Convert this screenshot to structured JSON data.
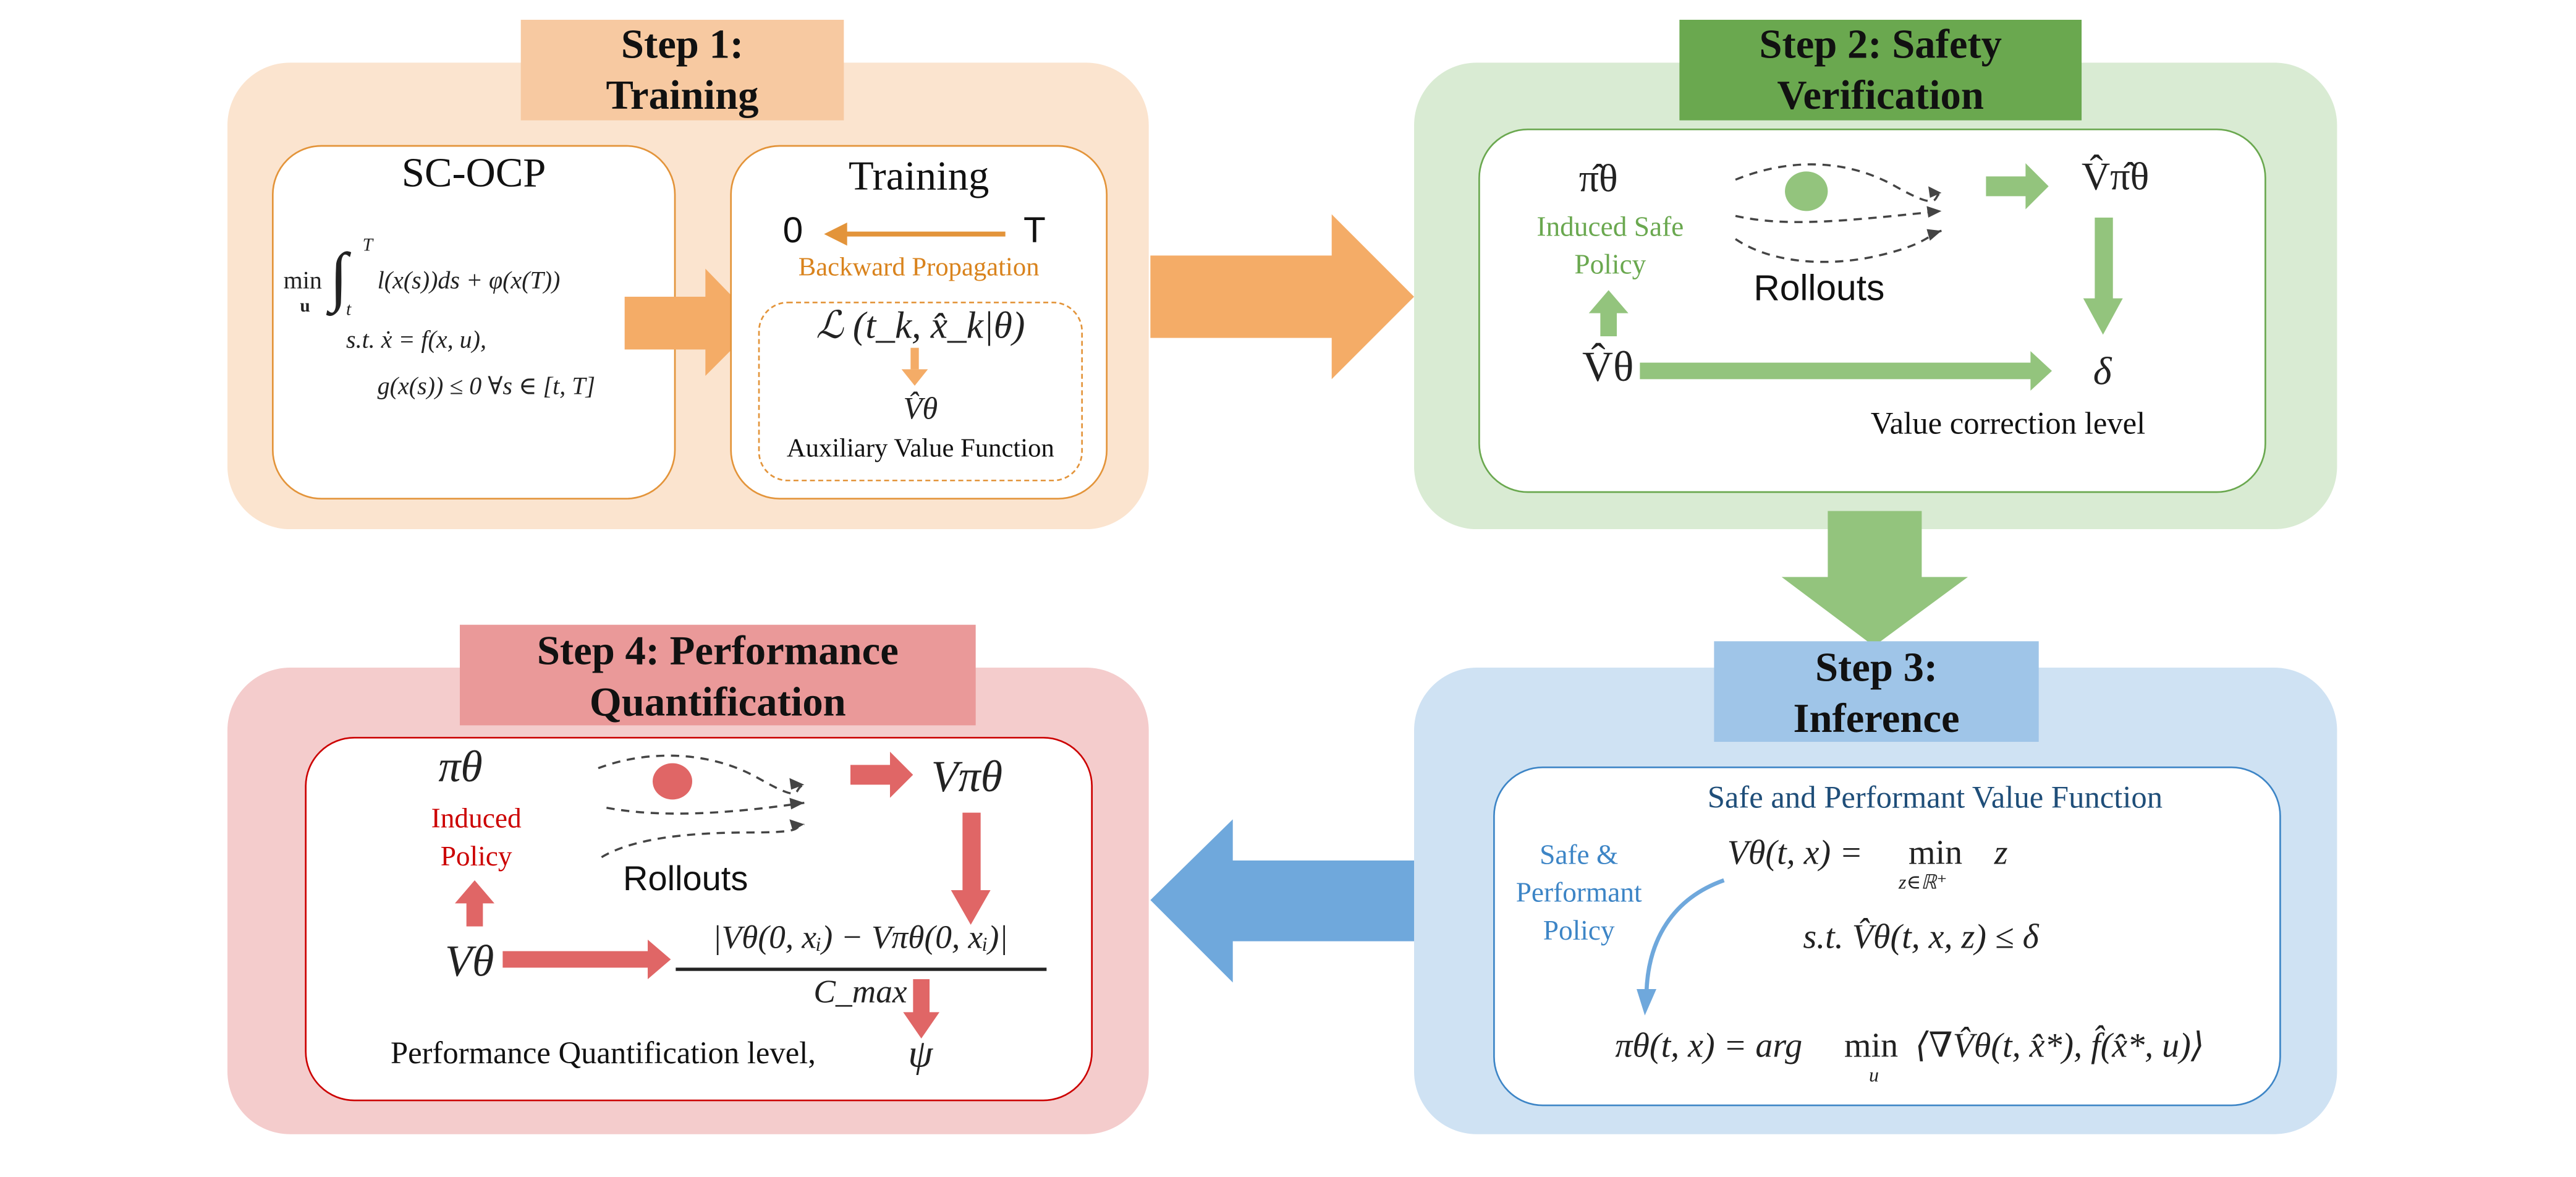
{
  "colors": {
    "orange_panel": "#fbe4cf",
    "orange_title": "#f7c9a1",
    "orange_arrow": "#f4ac67",
    "orange_line": "#e3943a",
    "orange_text": "#d9831d",
    "green_panel": "#d9ebd3",
    "green_title": "#6aa84f",
    "green_arrow": "#93c47d",
    "green_text": "#6aa84f",
    "blue_panel": "#cfe2f3",
    "blue_title": "#9fc5e8",
    "blue_arrow": "#6fa8dc",
    "blue_text": "#3d85c6",
    "blue_dark": "#1f4e79",
    "red_panel": "#f4cccc",
    "red_title": "#ea9999",
    "red_arrow": "#e06666",
    "red_text": "#cc0000"
  },
  "step1": {
    "title_line1": "Step 1:",
    "title_line2": "Training",
    "scocp": {
      "title": "SC-OCP",
      "min_label": "min",
      "min_sub": "u",
      "integral_upper": "T",
      "integral_lower": "t",
      "objective": "l(x(s))ds + φ(x(T))",
      "constraint1": "s.t. ẋ = f(x, u),",
      "constraint2": "g(x(s)) ≤ 0   ∀s ∈ [t, T]"
    },
    "training": {
      "title": "Training",
      "label_start": "0",
      "label_end": "T",
      "backprop": "Backward Propagation",
      "loss": "ℒ (t_k, x̂_k|θ)",
      "value_symbol": "V̂θ",
      "aux_label": "Auxiliary Value Function"
    }
  },
  "step2": {
    "title_line1": "Step 2: Safety",
    "title_line2": "Verification",
    "policy_symbol": "π̂θ",
    "policy_label_line1": "Induced Safe",
    "policy_label_line2": "Policy",
    "rollouts": "Rollouts",
    "value_pi_symbol": "V̂π̂θ",
    "value_symbol": "V̂θ",
    "delta": "δ",
    "correction_label": "Value correction level"
  },
  "step3": {
    "title_line1": "Step 3:",
    "title_line2": "Inference",
    "header": "Safe and Performant Value Function",
    "policy_label_line1": "Safe &",
    "policy_label_line2": "Performant",
    "policy_label_line3": "Policy",
    "eq1_lhs": "Vθ(t, x) = ",
    "eq1_min": "min",
    "eq1_sub": "z∈ℝ⁺",
    "eq1_var": "z",
    "eq2": "s.t. V̂θ(t, x, z) ≤ δ",
    "eq3_lhs": "πθ(t, x) = arg ",
    "eq3_min": "min",
    "eq3_sub": "u",
    "eq3_rhs": "⟨∇V̂θ(t, x̂*), f̂(x̂*, u)⟩"
  },
  "step4": {
    "title_line1": "Step 4: Performance",
    "title_line2": "Quantification",
    "policy_symbol": "πθ",
    "policy_label_line1": "Induced",
    "policy_label_line2": "Policy",
    "rollouts": "Rollouts",
    "value_pi_symbol": "Vπθ",
    "value_symbol": "Vθ",
    "fraction_num": "|Vθ(0, xᵢ) − Vπθ(0, xᵢ)|",
    "fraction_den": "C_max",
    "psi": "ψ",
    "level_label": "Performance Quantification level,"
  }
}
